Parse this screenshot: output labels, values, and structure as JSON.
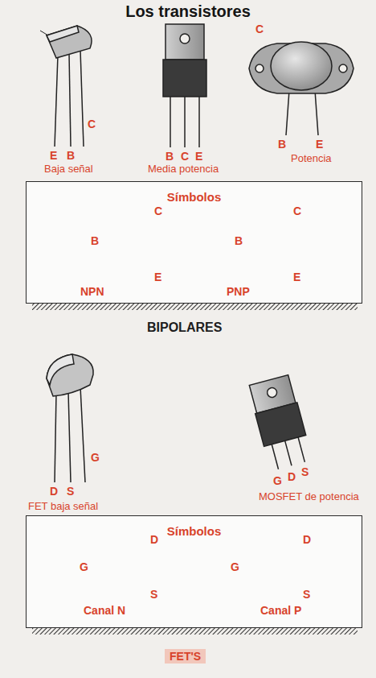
{
  "diagram": {
    "title": "Los transistores",
    "nodes": [
      {
        "text": [
          "Símbolos"
        ]
      },
      {
        "text": [
          "Símbolos"
        ]
      }
    ],
    "labels": [
      "E",
      "B",
      "C",
      "Baja señal",
      "B",
      "C",
      "E",
      "Media potencia",
      "C",
      "B",
      "E",
      "Potencia",
      "B",
      "C",
      "E",
      "NPN",
      "B",
      "C",
      "E",
      "PNP",
      "BIPOLARES",
      "G",
      "D",
      "S",
      "FET baja señal",
      "D",
      "S",
      "G",
      "MOSFET de potencia",
      "G",
      "D",
      "S",
      "Canal N",
      "D",
      "G",
      "S",
      "Canal P",
      "FET'S"
    ]
  }
}
